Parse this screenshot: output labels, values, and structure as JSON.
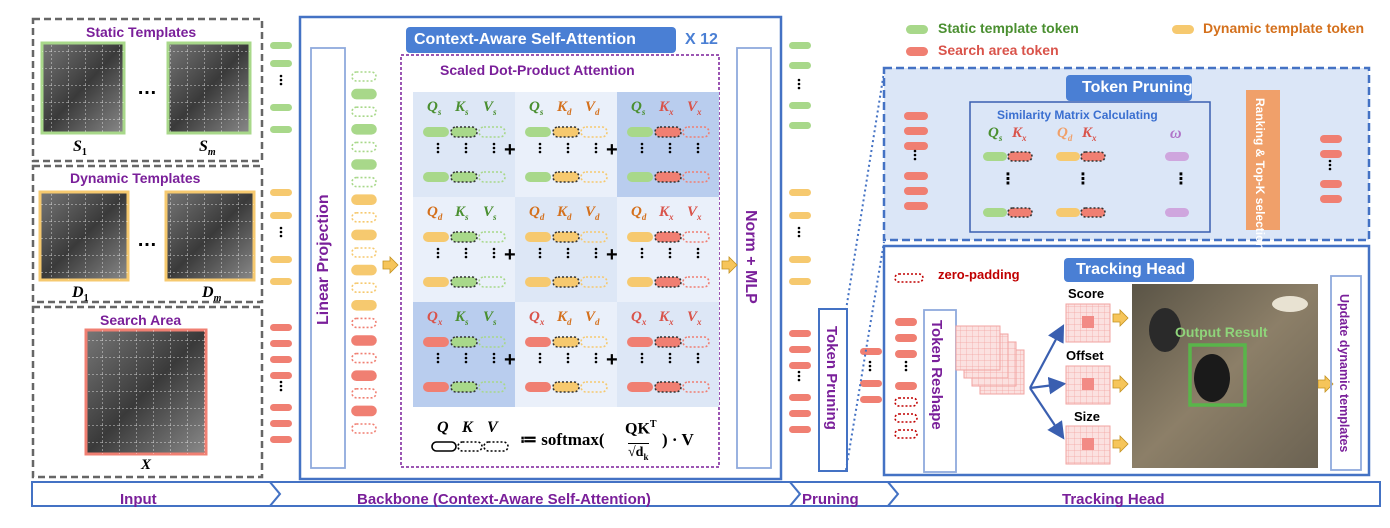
{
  "colors": {
    "static_token": "#a8d88a",
    "dynamic_token": "#f6c96f",
    "search_token": "#f07f72",
    "purple": "#7a1f9a",
    "frame_blue": "#4472c4",
    "pruning_fill": "#dbe6f7",
    "ranking_orange": "#f0a06a",
    "omega_token": "#cfa6de",
    "tracking_green": "#59b54a",
    "zero_pad": "#c00000"
  },
  "input": {
    "static_title": "Static Templates",
    "static_first": "S",
    "static_first_sub": "1",
    "static_last": "S",
    "static_last_sub": "m",
    "dynamic_title": "Dynamic Templates",
    "dynamic_first": "D",
    "dynamic_first_sub": "1",
    "dynamic_last": "D",
    "dynamic_last_sub": "m",
    "search_title": "Search Area",
    "search_label": "X",
    "ellipsis": "…"
  },
  "backbone": {
    "title": "Context-Aware  Self-Attention",
    "repeat": "X 12",
    "linear_projection": "Linear Projection",
    "sdpa_title": "Scaled Dot-Product Attention",
    "norm_mlp": "Norm + MLP",
    "formula_q": "Q",
    "formula_k": "K",
    "formula_v": "V",
    "formula_def": "≔ softmax(",
    "formula_num": "QK",
    "formula_sup": "T",
    "formula_den": "√d",
    "formula_den_sub": "k",
    "formula_end": ") · V",
    "plus": "+",
    "vdots": "⋮",
    "cells": [
      [
        {
          "q": "s",
          "k": "s",
          "v": "s"
        },
        {
          "q": "s",
          "k": "d",
          "v": "d"
        },
        {
          "q": "s",
          "k": "x",
          "v": "x"
        }
      ],
      [
        {
          "q": "d",
          "k": "s",
          "v": "s"
        },
        {
          "q": "d",
          "k": "d",
          "v": "d"
        },
        {
          "q": "d",
          "k": "x",
          "v": "x"
        }
      ],
      [
        {
          "q": "x",
          "k": "s",
          "v": "s"
        },
        {
          "q": "x",
          "k": "d",
          "v": "d"
        },
        {
          "q": "x",
          "k": "x",
          "v": "x"
        }
      ]
    ]
  },
  "pruning": {
    "label": "Token  Pruning"
  },
  "legend": {
    "static": "Static template token",
    "dynamic": "Dynamic template token",
    "search": "Search area token"
  },
  "token_pruning": {
    "title": "Token  Pruning",
    "similarity": "Similarity Matrix Calculating",
    "ranking": "Ranking & Top-K selection",
    "omega": "ω"
  },
  "tracking": {
    "title": "Tracking Head",
    "zero_padding": "zero-padding",
    "token_reshape": "Token  Reshape",
    "score": "Score",
    "offset": "Offset",
    "size": "Size",
    "output_result": "Output Result",
    "update": "Update dynamic templates"
  },
  "stages": [
    "Input",
    "Backbone (Context-Aware Self-Attention)",
    "Pruning",
    "Tracking Head"
  ]
}
